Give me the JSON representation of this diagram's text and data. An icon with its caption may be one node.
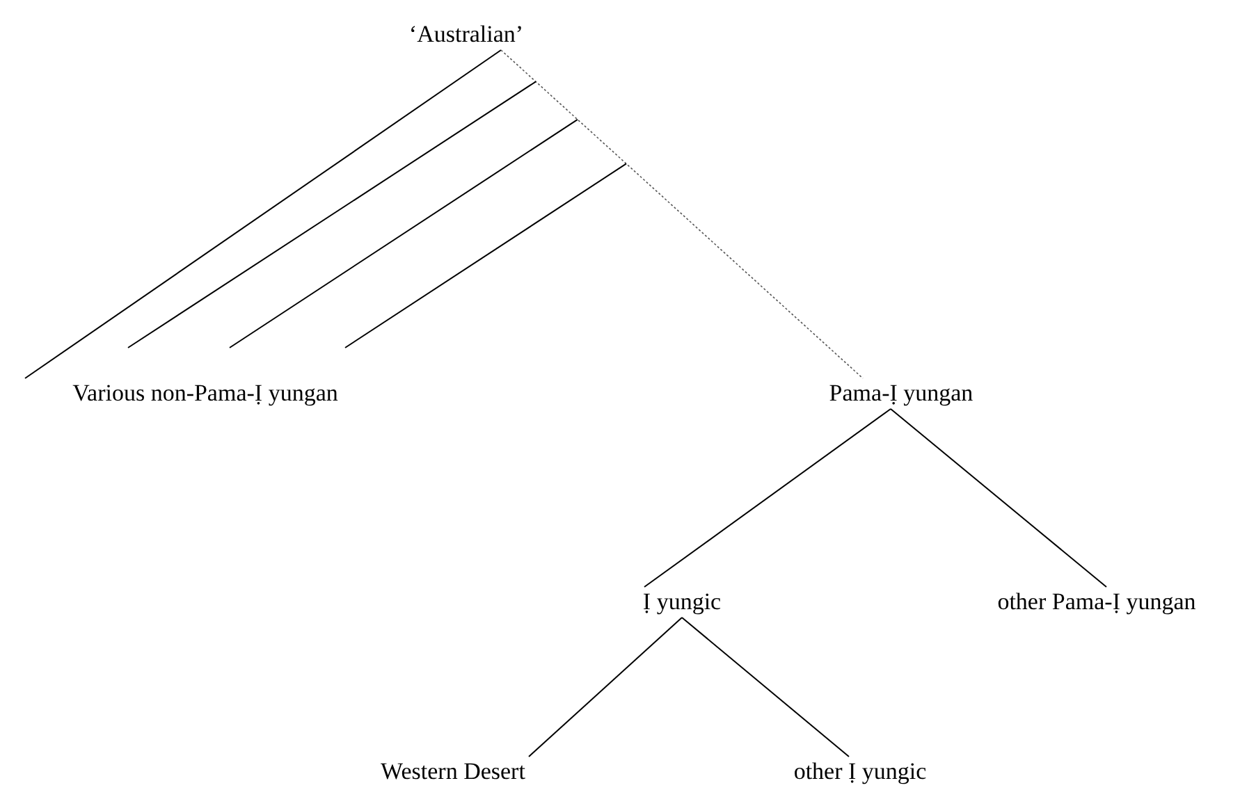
{
  "diagram": {
    "nodes": [
      {
        "text": [
          "‘Australian’"
        ]
      },
      {
        "text": [
          "Various non-Pama-Ị yungan"
        ]
      },
      {
        "text": [
          "Pama-Ị yungan"
        ]
      },
      {
        "text": [
          "Ị yungic"
        ]
      },
      {
        "text": [
          "other Pama-Ị yungan"
        ]
      },
      {
        "text": [
          "Western Desert"
        ]
      },
      {
        "text": [
          "other Ị yungic"
        ]
      }
    ],
    "edges": [
      {
        "from": 0,
        "to": 1,
        "arrow": "none"
      },
      {
        "from": 0,
        "to": 2,
        "arrow": "none",
        "style": "dashed"
      },
      {
        "from": 2,
        "to": 3,
        "arrow": "none"
      },
      {
        "from": 2,
        "to": 4,
        "arrow": "none"
      },
      {
        "from": 3,
        "to": 5,
        "arrow": "none"
      },
      {
        "from": 3,
        "to": 6,
        "arrow": "none"
      }
    ]
  }
}
